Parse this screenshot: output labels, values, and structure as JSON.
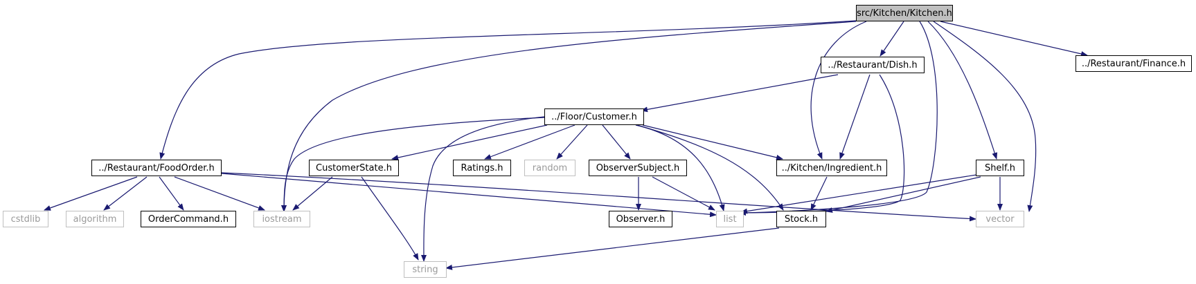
{
  "diagram": {
    "edge_color": "#191970",
    "root_fill": "#bfbfbf",
    "nodes": {
      "kitchen": "src/Kitchen/Kitchen.h",
      "dish": "../Restaurant/Dish.h",
      "finance": "../Restaurant/Finance.h",
      "customer": "../Floor/Customer.h",
      "foodorder": "../Restaurant/FoodOrder.h",
      "customerstate": "CustomerState.h",
      "ratings": "Ratings.h",
      "random": "random",
      "observersubject": "ObserverSubject.h",
      "ingredient": "../Kitchen/Ingredient.h",
      "shelf": "Shelf.h",
      "cstdlib": "cstdlib",
      "algorithm": "algorithm",
      "ordercommand": "OrderCommand.h",
      "iostream": "iostream",
      "observer": "Observer.h",
      "list": "list",
      "stock": "Stock.h",
      "vector": "vector",
      "string": "string"
    }
  }
}
